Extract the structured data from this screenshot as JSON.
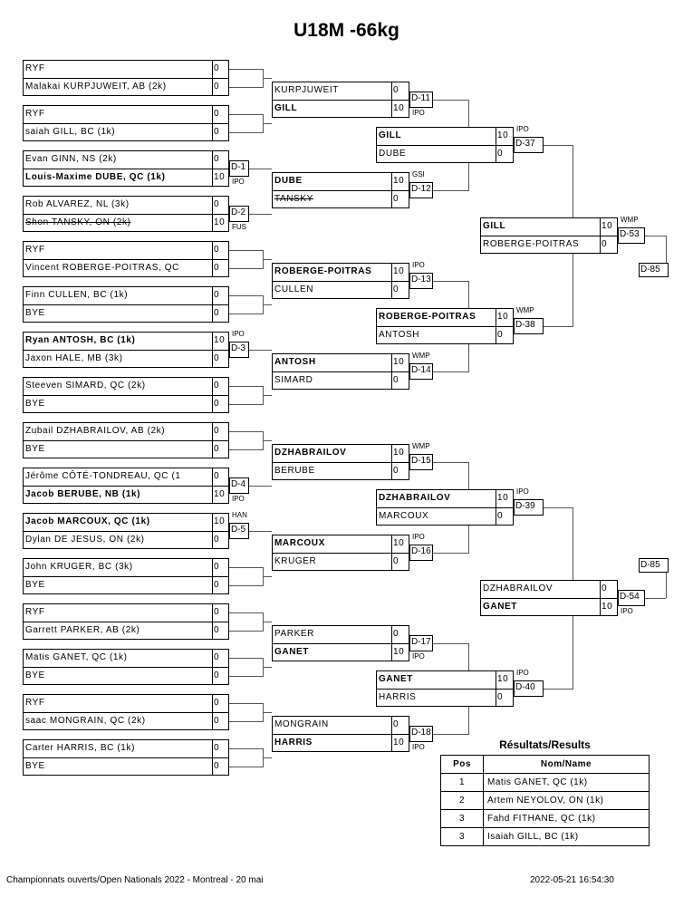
{
  "title": "U18M -66kg",
  "rounds": [
    [
      {
        "p": [
          {
            "n": "RYF",
            "s": "0"
          },
          {
            "n": "Malakai KURPJUWEIT, AB (2k)",
            "s": "0"
          }
        ]
      },
      {
        "p": [
          {
            "n": "RYF",
            "s": "0"
          },
          {
            "n": " saiah GILL, BC (1k)",
            "s": "0"
          }
        ]
      },
      {
        "p": [
          {
            "n": "Evan GINN, NS (2k)",
            "s": "0"
          },
          {
            "n": "Louis-Maxime DUBE, QC (1k)",
            "s": "10",
            "w": true
          }
        ],
        "label": "D-1",
        "note": "IPO"
      },
      {
        "p": [
          {
            "n": "Rob ALVAREZ, NL (3k)",
            "s": "0"
          },
          {
            "n": "Shon TANSKY, ON (2k)",
            "s": "10",
            "w": true,
            "x": true
          }
        ],
        "label": "D-2",
        "note": "FUS",
        "nobold": true
      },
      {
        "p": [
          {
            "n": "RYF",
            "s": "0"
          },
          {
            "n": "Vincent ROBERGE-POITRAS, QC",
            "s": "0"
          }
        ]
      },
      {
        "p": [
          {
            "n": "Finn CULLEN, BC (1k)",
            "s": "0"
          },
          {
            "n": "BYE",
            "s": "0"
          }
        ]
      },
      {
        "p": [
          {
            "n": "Ryan ANTOSH, BC (1k)",
            "s": "10",
            "w": true
          },
          {
            "n": "Jaxon HALE, MB (3k)",
            "s": "0"
          }
        ],
        "label": "D-3",
        "note": "IPO"
      },
      {
        "p": [
          {
            "n": "Steeven SIMARD, QC (2k)",
            "s": "0"
          },
          {
            "n": "BYE",
            "s": "0"
          }
        ]
      },
      {
        "p": [
          {
            "n": "Zubail DZHABRAILOV, AB (2k)",
            "s": "0"
          },
          {
            "n": "BYE",
            "s": "0"
          }
        ]
      },
      {
        "p": [
          {
            "n": "Jérôme CÔTÉ-TONDREAU, QC (1",
            "s": "0"
          },
          {
            "n": "Jacob BERUBE, NB (1k)",
            "s": "10",
            "w": true
          }
        ],
        "label": "D-4",
        "note": "IPO"
      },
      {
        "p": [
          {
            "n": "Jacob MARCOUX, QC (1k)",
            "s": "10",
            "w": true
          },
          {
            "n": "Dylan DE JESUS, ON (2k)",
            "s": "0"
          }
        ],
        "label": "D-5",
        "note": "HAN"
      },
      {
        "p": [
          {
            "n": "John KRUGER, BC (3k)",
            "s": "0"
          },
          {
            "n": "BYE",
            "s": "0"
          }
        ]
      },
      {
        "p": [
          {
            "n": "RYF",
            "s": "0"
          },
          {
            "n": "Garrett PARKER, AB (2k)",
            "s": "0"
          }
        ]
      },
      {
        "p": [
          {
            "n": "Matis GANET, QC (1k)",
            "s": "0"
          },
          {
            "n": "BYE",
            "s": "0"
          }
        ]
      },
      {
        "p": [
          {
            "n": "RYF",
            "s": "0"
          },
          {
            "n": " saac MONGRAIN, QC (2k)",
            "s": "0"
          }
        ]
      },
      {
        "p": [
          {
            "n": "Carter HARRIS, BC (1k)",
            "s": "0"
          },
          {
            "n": "BYE",
            "s": "0"
          }
        ]
      }
    ],
    [
      {
        "p": [
          {
            "n": "KURPJUWEIT",
            "s": "0"
          },
          {
            "n": "GILL",
            "s": "10",
            "w": true
          }
        ],
        "label": "D-11",
        "note": "IPO"
      },
      {
        "p": [
          {
            "n": "DUBE",
            "s": "10",
            "w": true
          },
          {
            "n": "TANSKY",
            "s": "0",
            "x": true
          }
        ],
        "label": "D-12",
        "note": "GSI"
      },
      {
        "p": [
          {
            "n": "ROBERGE-POITRAS",
            "s": "10",
            "w": true
          },
          {
            "n": "CULLEN",
            "s": "0"
          }
        ],
        "label": "D-13",
        "note": "IPO"
      },
      {
        "p": [
          {
            "n": "ANTOSH",
            "s": "10",
            "w": true
          },
          {
            "n": "SIMARD",
            "s": "0"
          }
        ],
        "label": "D-14",
        "note": "WMP"
      },
      {
        "p": [
          {
            "n": "DZHABRAILOV",
            "s": "10",
            "w": true
          },
          {
            "n": "BERUBE",
            "s": "0"
          }
        ],
        "label": "D-15",
        "note": "WMP"
      },
      {
        "p": [
          {
            "n": "MARCOUX",
            "s": "10",
            "w": true
          },
          {
            "n": "KRUGER",
            "s": "0"
          }
        ],
        "label": "D-16",
        "note": "IPO"
      },
      {
        "p": [
          {
            "n": "PARKER",
            "s": "0"
          },
          {
            "n": "GANET",
            "s": "10",
            "w": true
          }
        ],
        "label": "D-17",
        "note": "IPO"
      },
      {
        "p": [
          {
            "n": "MONGRAIN",
            "s": "0"
          },
          {
            "n": "HARRIS",
            "s": "10",
            "w": true
          }
        ],
        "label": "D-18",
        "note": "IPO"
      }
    ],
    [
      {
        "p": [
          {
            "n": "GILL",
            "s": "10",
            "w": true
          },
          {
            "n": "DUBE",
            "s": "0"
          }
        ],
        "label": "D-37",
        "note": "IPO"
      },
      {
        "p": [
          {
            "n": "ROBERGE-POITRAS",
            "s": "10",
            "w": true
          },
          {
            "n": "ANTOSH",
            "s": "0"
          }
        ],
        "label": "D-38",
        "note": "WMP"
      },
      {
        "p": [
          {
            "n": "DZHABRAILOV",
            "s": "10",
            "w": true
          },
          {
            "n": "MARCOUX",
            "s": "0"
          }
        ],
        "label": "D-39",
        "note": "IPO"
      },
      {
        "p": [
          {
            "n": "GANET",
            "s": "10",
            "w": true
          },
          {
            "n": "HARRIS",
            "s": "0"
          }
        ],
        "label": "D-40",
        "note": "IPO"
      }
    ],
    [
      {
        "p": [
          {
            "n": "GILL",
            "s": "10",
            "w": true
          },
          {
            "n": "ROBERGE-POITRAS",
            "s": "0"
          }
        ],
        "label": "D-53",
        "note": "WMP",
        "next": "D-85"
      },
      {
        "p": [
          {
            "n": "DZHABRAILOV",
            "s": "0"
          },
          {
            "n": "GANET",
            "s": "10",
            "w": true
          }
        ],
        "label": "D-54",
        "note": "IPO",
        "next": "D-85"
      }
    ]
  ],
  "results": {
    "title": "Résultats/Results",
    "headers": [
      "Pos",
      "Nom/Name"
    ],
    "rows": [
      {
        "pos": "1",
        "name": "Matis GANET, QC (1k)"
      },
      {
        "pos": "2",
        "name": "Artem NEYOLOV, ON (1k)"
      },
      {
        "pos": "3",
        "name": "Fahd FITHANE, QC (1k)"
      },
      {
        "pos": "3",
        "name": "Isaiah GILL, BC (1k)"
      }
    ]
  },
  "footer": {
    "left": "Championnats ouverts/Open Nationals 2022 - Montreal - 20 mai",
    "right": "2022-05-21 16:54:30"
  }
}
